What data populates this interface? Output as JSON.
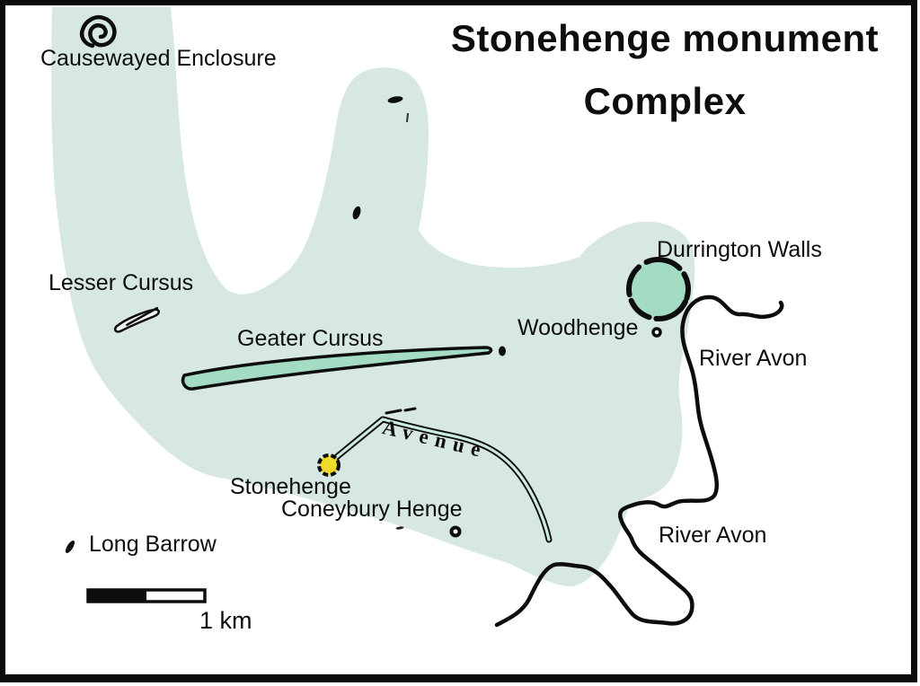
{
  "title": {
    "line1": "Stonehenge monument",
    "line2": "Complex"
  },
  "labels": {
    "causewayed_enclosure": "Causewayed Enclosure",
    "lesser_cursus": "Lesser Cursus",
    "greater_cursus": "Geater Cursus",
    "woodhenge": "Woodhenge",
    "durrington_walls": "Durrington Walls",
    "river_avon_upper": "River Avon",
    "river_avon_lower": "River Avon",
    "stonehenge": "Stonehenge",
    "coneybury_henge": "Coneybury Henge",
    "long_barrow": "Long Barrow",
    "avenue": "Avenue",
    "scale": "1 km"
  },
  "markers": {
    "stonehenge": "yellow-circle-marker",
    "durrington_walls": "green-circle-marker",
    "woodhenge": "ring-dot-marker",
    "coneybury_henge": "ring-dot-marker",
    "long_barrow": "mound-mark",
    "causewayed_enclosure": "spiral-mark",
    "lesser_cursus": "small-cursus-outline",
    "greater_cursus": "long-cursus-outline"
  },
  "colors": {
    "background": "#ffffff",
    "complex_area": "#d7e7e3",
    "feature_fill": "#a3dcc3",
    "avenue_core": "#c9ecdd",
    "stonehenge_yellow": "#efdb2c",
    "ink": "#0d0d0d"
  }
}
